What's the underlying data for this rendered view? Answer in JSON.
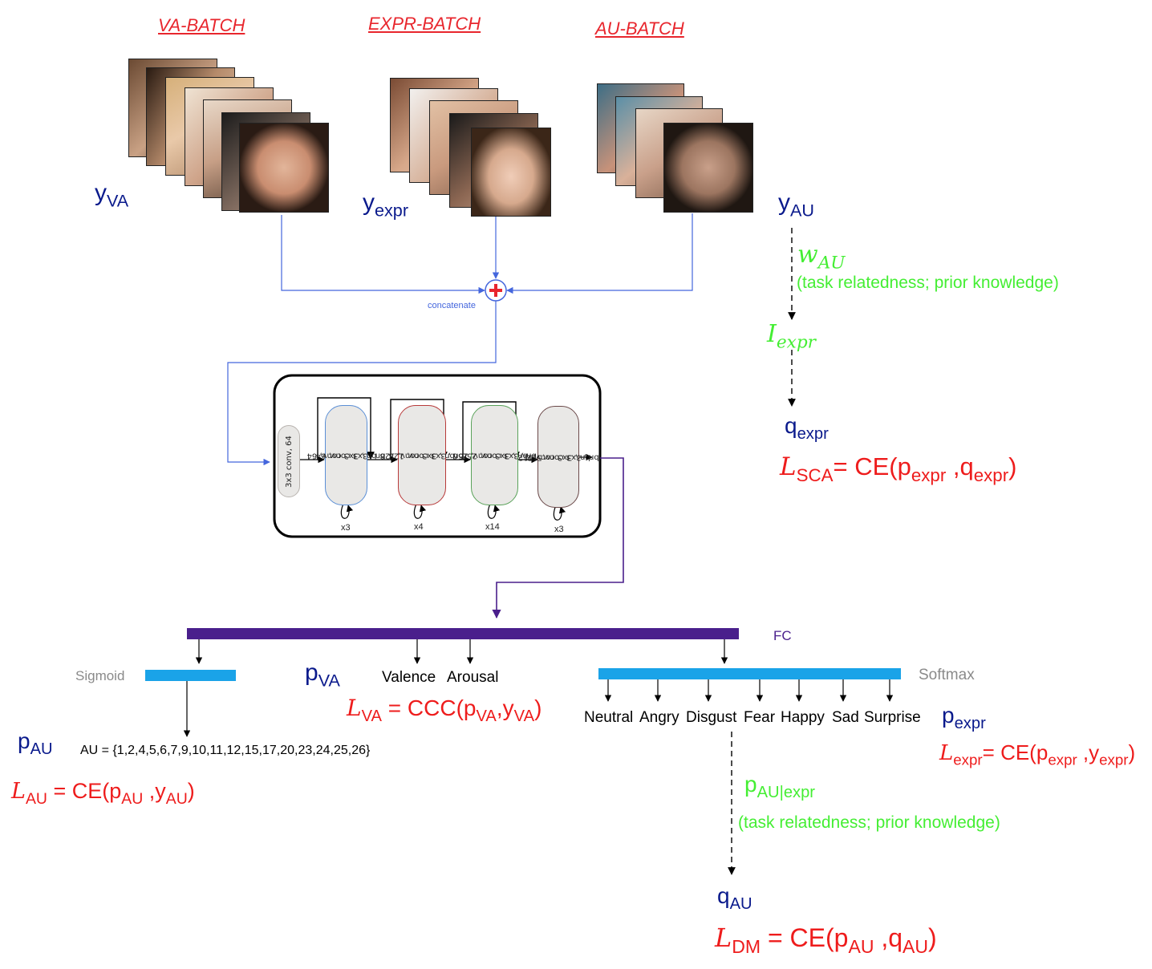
{
  "batches": {
    "va_label": "VA-BATCH",
    "expr_label": "EXPR-BATCH",
    "au_label": "AU-BATCH"
  },
  "labels_top": {
    "y_va": {
      "base": "y",
      "sub": "VA"
    },
    "y_expr": {
      "base": "y",
      "sub": "expr"
    },
    "y_au": {
      "base": "y",
      "sub": "AU"
    }
  },
  "concat": {
    "label": "concatenate"
  },
  "network": {
    "blocks": [
      {
        "line1": "3x3 conv, 64",
        "line2": "",
        "repeat": ""
      },
      {
        "line1": "bn , 3x3 conv, 64",
        "line2": "bn , 3x3 conv, 64",
        "repeat": "x3"
      },
      {
        "line1": "bn , 3x3 conv, 128",
        "line2": "bn , 3x3 conv, 128",
        "repeat": "x4"
      },
      {
        "line1": "bn , 3x3 conv, 256",
        "line2": "bn , 3x3 conv, 256",
        "repeat": "x14"
      },
      {
        "line1": "bn , 3x3 conv,512",
        "line2": "bn , 3x3 conv,512",
        "repeat": "x3"
      }
    ]
  },
  "right_chain": {
    "w_au": {
      "base": "w",
      "sub": "AU"
    },
    "w_note": "(task relatedness; prior knowledge)",
    "i_expr": {
      "base": "I",
      "sub": "expr"
    },
    "q_expr": {
      "base": "q",
      "sub": "expr"
    },
    "loss_sca": {
      "script": "L",
      "sub": "SCA",
      "eq": "= CE(p",
      "s1": "expr",
      "mid": " ,q",
      "s2": "expr",
      "end": ")"
    }
  },
  "fc": {
    "label": "FC"
  },
  "heads": {
    "sigmoid_label": "Sigmoid",
    "softmax_label": "Softmax",
    "va_outputs": [
      "Valence",
      "Arousal"
    ],
    "expr_classes": [
      "Neutral",
      "Angry",
      "Disgust",
      "Fear",
      "Happy",
      "Sad",
      "Surprise"
    ]
  },
  "au_head": {
    "p_au": {
      "base": "p",
      "sub": "AU"
    },
    "au_set": "AU = {1,2,4,5,6,7,9,10,11,12,15,17,20,23,24,25,26}",
    "loss_au": {
      "script": "L",
      "sub": "AU",
      "eq": " = CE(p",
      "s1": "AU",
      "mid": " ,y",
      "s2": "AU",
      "end": ")"
    }
  },
  "va_head": {
    "p_va": {
      "base": "p",
      "sub": "VA"
    },
    "loss_va": {
      "script": "L",
      "sub": "VA",
      "eq": " = CCC(p",
      "s1": "VA",
      "mid": ",y",
      "s2": "VA",
      "end": ")"
    }
  },
  "expr_head": {
    "p_expr": {
      "base": "p",
      "sub": "expr"
    },
    "loss_expr": {
      "script": "L",
      "sub": "expr",
      "eq": "= CE(p",
      "s1": "expr",
      "mid": " ,y",
      "s2": "expr",
      "end": ")"
    }
  },
  "dm_chain": {
    "p_au_expr": {
      "base": "p",
      "sub": "AU|expr"
    },
    "note": "(task relatedness; prior knowledge)",
    "q_au": {
      "base": "q",
      "sub": "AU"
    },
    "loss_dm": {
      "script": "L",
      "sub": "DM",
      "eq": " = CE(p",
      "s1": "AU",
      "mid": " ,q",
      "s2": "AU",
      "end": ")"
    }
  },
  "colors": {
    "batch_red": "#e8262d",
    "navy": "#0a1a8c",
    "loss_red": "#ee1c1c",
    "green": "#44ee33",
    "blue_arrow": "#4466dd",
    "fc_purple": "#4a1f8c",
    "head_blue": "#1aa3e8"
  }
}
